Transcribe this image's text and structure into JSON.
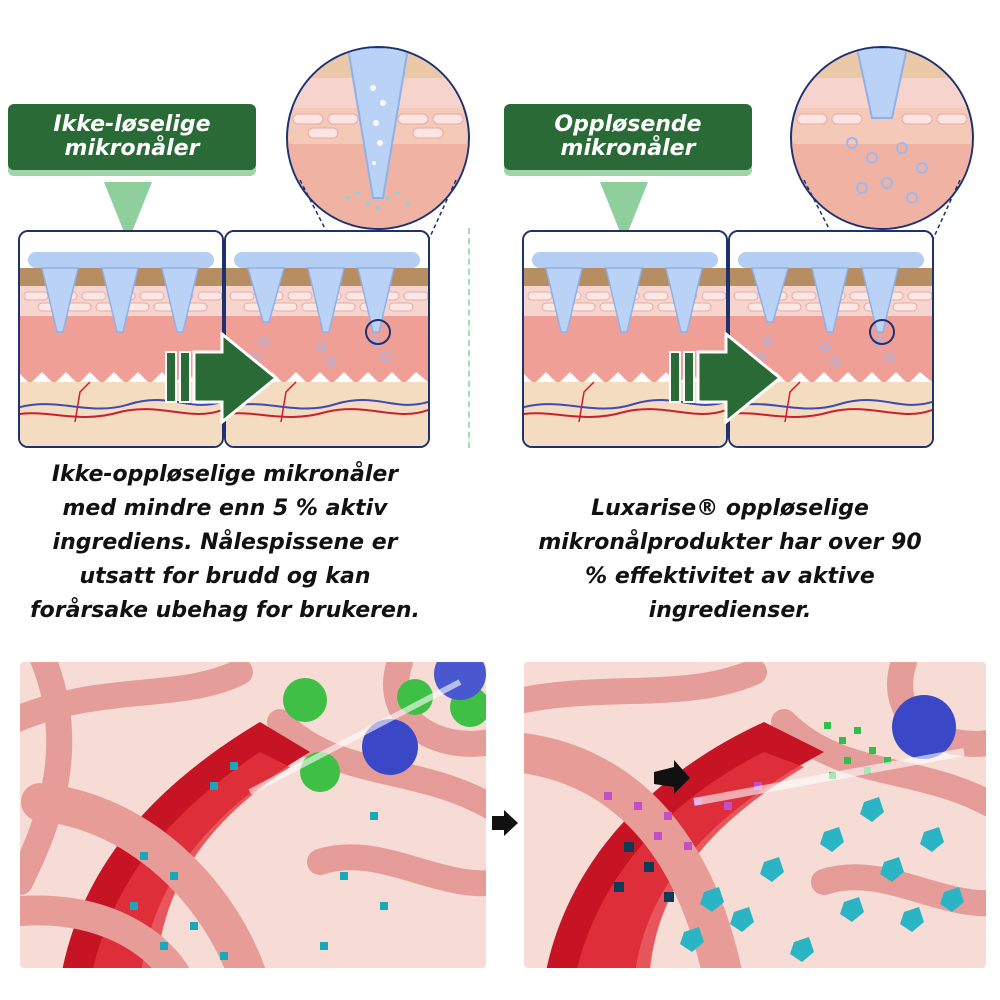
{
  "left": {
    "label_line1": "Ikke-løselige",
    "label_line2": "mikronåler",
    "caption_lines": [
      "Ikke-oppløselige mikronåler",
      "med mindre enn 5 % aktiv",
      "ingrediens. Nålespissene er",
      "utsatt for brudd og kan",
      "forårsake ubehag for brukeren."
    ]
  },
  "right": {
    "label_line1": "Oppløsende",
    "label_line2": "mikronåler",
    "caption_lines": [
      "Luxarise® oppløselige",
      "mikronålprodukter har over 90",
      "% effektivitet av aktive",
      "ingredienser."
    ]
  },
  "colors": {
    "label_green": "#2a6a36",
    "arrow_green": "#2a6a36",
    "border_navy": "#1e3270",
    "needle_blue": "#a9c6f2",
    "skin_pink": "#f2b7a6",
    "vessel_red": "#d92231"
  }
}
